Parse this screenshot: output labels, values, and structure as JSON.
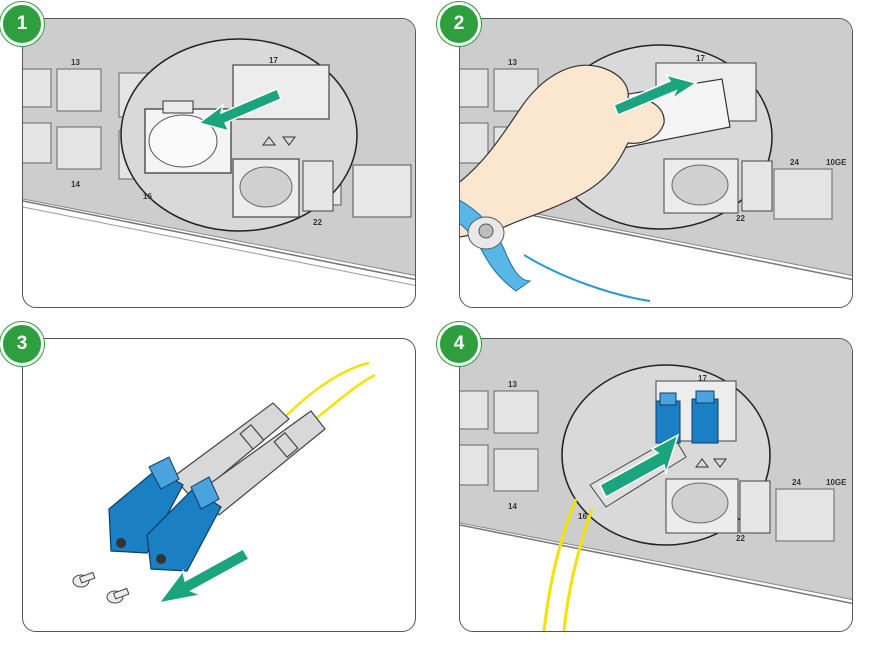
{
  "steps": [
    {
      "number": "1",
      "port_labels": {
        "a": "13",
        "b": "14",
        "c": "17",
        "d": "16",
        "e": "22"
      }
    },
    {
      "number": "2",
      "port_labels": {
        "a": "13",
        "b": "17",
        "c": "24",
        "d": "10GE",
        "e": "22"
      }
    },
    {
      "number": "3"
    },
    {
      "number": "4",
      "port_labels": {
        "a": "13",
        "b": "14",
        "c": "17",
        "d": "24",
        "e": "10GE",
        "f": "22",
        "g": "16"
      }
    }
  ],
  "colors": {
    "badge": "#2e9e3f",
    "arrow": "#1aa57e",
    "switch_body": "#cfcfcf",
    "connector_blue": "#1b7fc4",
    "fiber_yellow": "#f2e300",
    "strap_blue": "#58b7e6"
  },
  "icons": [
    "step-badge",
    "arrow-left",
    "arrow-right",
    "arrow-down-left",
    "arrow-up-right",
    "wrist-strap",
    "lc-connector",
    "dust-plugs"
  ]
}
